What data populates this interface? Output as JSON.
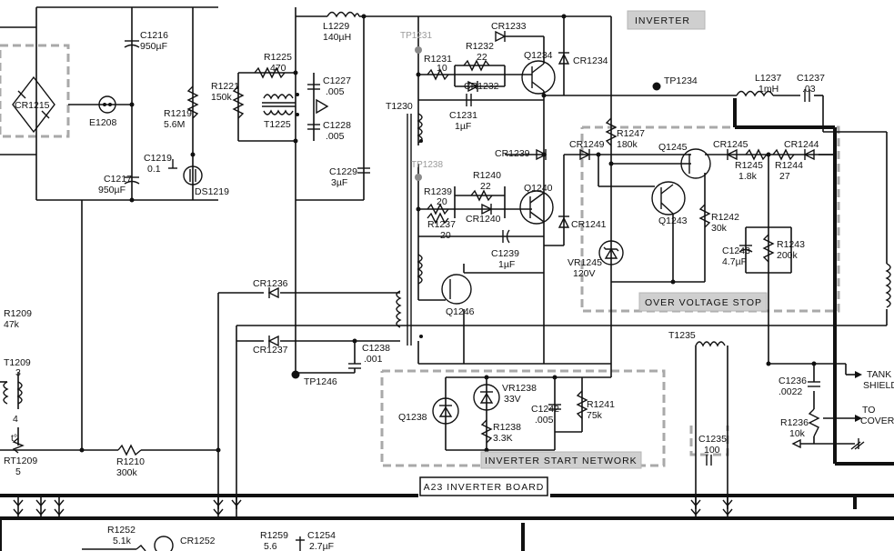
{
  "section_labels": {
    "inverter": "INVERTER",
    "over_voltage_stop": "OVER VOLTAGE STOP",
    "inverter_start_network": "INVERTER START NETWORK",
    "board": "A23 INVERTER BOARD"
  },
  "outputs": {
    "tank_shield": [
      "TANK",
      "SHIELD"
    ],
    "to_cover": [
      "TO",
      "COVER"
    ]
  },
  "test_points": {
    "tp1231": "TP1231",
    "tp1234": "TP1234",
    "tp1238": "TP1238",
    "tp1246": "TP1246"
  },
  "components": {
    "c1216": [
      "C1216",
      "950µF"
    ],
    "cr1215": "CR1215",
    "e1208": "E1208",
    "r1219": [
      "R1219",
      "5.6M"
    ],
    "c1219": [
      "C1219",
      "0.1"
    ],
    "c1217": [
      "C1217",
      "950µF"
    ],
    "ds1219": "DS1219",
    "l1229": [
      "L1229",
      "140µH"
    ],
    "r1225": [
      "R1225",
      "470"
    ],
    "r1221": [
      "R1221",
      "150k"
    ],
    "c1227": [
      "C1227",
      ".005"
    ],
    "c1228": [
      "C1228",
      ".005"
    ],
    "t1225": "T1225",
    "c1229": [
      "C1229",
      "3µF"
    ],
    "cr1233": "CR1233",
    "r1232": [
      "R1232",
      "22"
    ],
    "r1231": [
      "R1231",
      "10"
    ],
    "cr1232": "CR1232",
    "q1234": "Q1234",
    "cr1234": "CR1234",
    "c1231": [
      "C1231",
      "1µF"
    ],
    "t1230": "T1230",
    "l1237": [
      "L1237",
      "1mH"
    ],
    "c1237": [
      "C1237",
      ".03"
    ],
    "r1247": [
      "R1247",
      "180k"
    ],
    "cr1249": "CR1249",
    "q1245": "Q1245",
    "cr1245": "CR1245",
    "cr1244": "CR1244",
    "r1245": [
      "R1245",
      "1.8k"
    ],
    "r1244": [
      "R1244",
      "27"
    ],
    "cr1239": "CR1239",
    "r1240": [
      "R1240",
      "22"
    ],
    "r1239": [
      "R1239",
      "20"
    ],
    "r1237": [
      "R1237",
      "20"
    ],
    "cr1240": "CR1240",
    "q1240": "Q1240",
    "cr1241": "CR1241",
    "q1243": "Q1243",
    "r1242": [
      "R1242",
      "30k"
    ],
    "c1243": [
      "C1243",
      "4.7µF"
    ],
    "r1243": [
      "R1243",
      "200k"
    ],
    "c1239": [
      "C1239",
      "1µF"
    ],
    "vr1245": [
      "VR1245",
      "120V"
    ],
    "q1246": "Q1246",
    "cr1236": "CR1236",
    "cr1237": "CR1237",
    "c1238": [
      "C1238",
      ".001"
    ],
    "t1235": "T1235",
    "r1209": [
      "R1209",
      "47k"
    ],
    "t1209": [
      "T1209",
      "3",
      "4"
    ],
    "rt1209": [
      "t°",
      "RT1209",
      "5"
    ],
    "r1210": [
      "R1210",
      "300k"
    ],
    "q1238": "Q1238",
    "vr1238": [
      "VR1238",
      "33V"
    ],
    "c1242": [
      "C1242",
      ".005"
    ],
    "r1241": [
      "R1241",
      "75k"
    ],
    "r1238": [
      "R1238",
      "3.3K"
    ],
    "c1236": [
      "C1236",
      ".0022"
    ],
    "r1236": [
      "R1236",
      "10k"
    ],
    "c1235": [
      "C1235",
      "100"
    ],
    "r1252": [
      "R1252",
      "5.1k"
    ],
    "cr1252": "CR1252",
    "r1259": [
      "R1259",
      "5.6"
    ],
    "c1254": [
      "C1254",
      "2.7µF"
    ]
  }
}
